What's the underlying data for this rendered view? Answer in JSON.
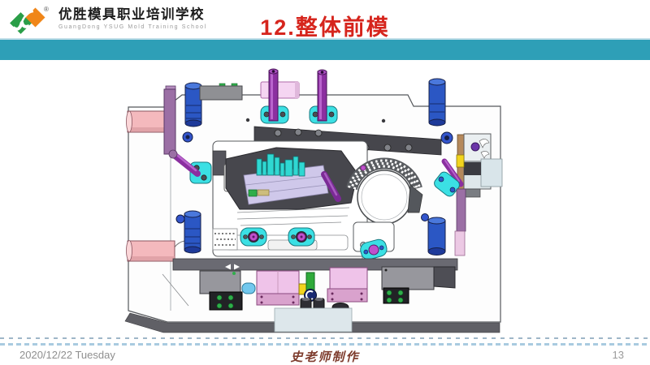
{
  "logo": {
    "cn": "优胜模具职业培训学校",
    "en": "GuangDong YSUG Mold Training School",
    "reg": "®",
    "diamond_green": "#2a9e48",
    "diamond_orange": "#f08619"
  },
  "title": {
    "text": "12.整体前模",
    "color": "#d6251d"
  },
  "theme": {
    "header_bar_color": "#2e9fb7",
    "dash_line_color": "#a9cbe0"
  },
  "figure": {
    "description": "3D CAD rendering of the complete front mold (cavity half) assembly viewed from above",
    "palette": {
      "body_white": "#fdfdfd",
      "outline_gray": "#55585c",
      "charcoal_insert": "#46464c",
      "lavender_part": "#cfc8ea",
      "cyan_plates": "#3be0e4",
      "cyan_ribs": "#2fd8d2",
      "purple_pins": "#8b2fa0",
      "mauve_bars": "#9b6fa5",
      "blue_cylinders": "#2b57c4",
      "pink_cylinders": "#f4b9bd",
      "pink_boxes": "#efc3e9",
      "magenta_bolts": "#c050cc",
      "green_parts": "#2fae4a",
      "yellow_block": "#f2d41e",
      "rail_gray": "#6a6a72"
    }
  },
  "footer": {
    "date": "2020/12/22 Tuesday",
    "author": "史老师制作",
    "page": "13"
  }
}
